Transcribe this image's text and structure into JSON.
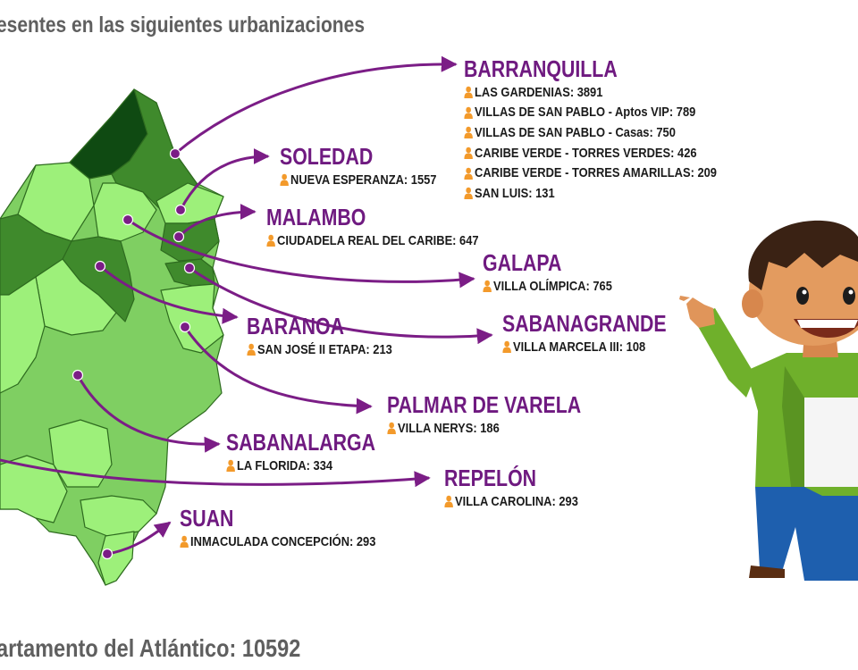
{
  "header": {
    "title": "esentes en las siguientes urbanizaciones"
  },
  "footer": {
    "total_text": "artamento del Atlántico: 10592"
  },
  "colors": {
    "city_name": "#6f1a80",
    "arrow": "#7b1d86",
    "icon": "#f39a2b",
    "map_light": "#9df07a",
    "map_mid": "#7fcf62",
    "map_dark": "#3f8a2c",
    "map_darkest": "#0f4a12"
  },
  "icons": {
    "resident": "person-icon"
  },
  "cities": [
    {
      "name": "BARRANQUILLA",
      "neighborhoods": [
        "LAS GARDENIAS: 3891",
        "VILLAS DE SAN PABLO - Aptos VIP: 789",
        "VILLAS DE SAN PABLO - Casas: 750",
        "CARIBE VERDE - TORRES VERDES: 426",
        "CARIBE VERDE - TORRES AMARILLAS: 209",
        "SAN LUIS: 131"
      ]
    },
    {
      "name": "SOLEDAD",
      "neighborhoods": [
        "NUEVA ESPERANZA: 1557"
      ]
    },
    {
      "name": "MALAMBO",
      "neighborhoods": [
        "CIUDADELA REAL DEL CARIBE: 647"
      ]
    },
    {
      "name": "GALAPA",
      "neighborhoods": [
        "VILLA OLÍMPICA: 765"
      ]
    },
    {
      "name": "SABANAGRANDE",
      "neighborhoods": [
        "VILLA MARCELA III: 108"
      ]
    },
    {
      "name": "BARANOA",
      "neighborhoods": [
        "SAN JOSÉ II ETAPA: 213"
      ]
    },
    {
      "name": "PALMAR DE VARELA",
      "neighborhoods": [
        "VILLA NERYS: 186"
      ]
    },
    {
      "name": "SABANALARGA",
      "neighborhoods": [
        "LA FLORIDA: 334"
      ]
    },
    {
      "name": "REPELÓN",
      "neighborhoods": [
        "VILLA CAROLINA: 293"
      ]
    },
    {
      "name": "SUAN",
      "neighborhoods": [
        "INMACULADA CONCEPCIÓN: 293"
      ]
    }
  ]
}
